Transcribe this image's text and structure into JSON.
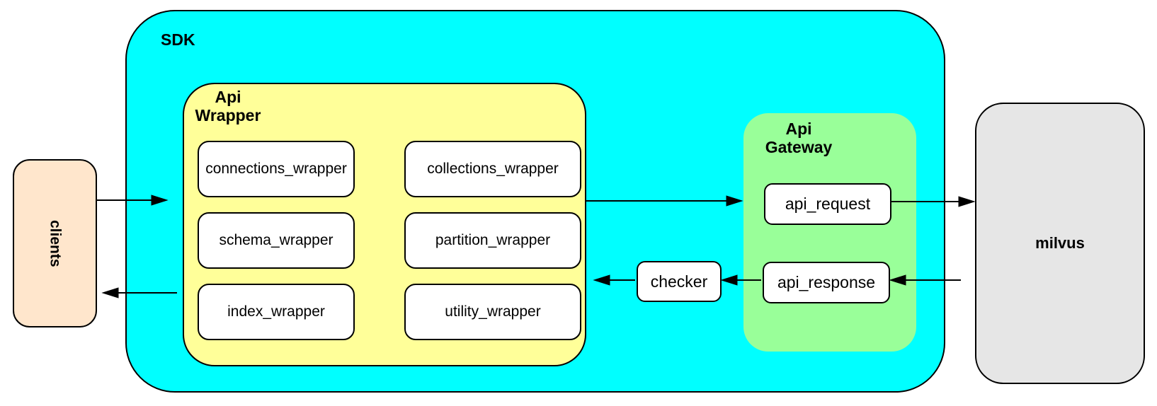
{
  "diagram": {
    "clients": {
      "label": "clients",
      "fill": "#FFE6CC"
    },
    "sdk": {
      "label": "SDK",
      "fill": "#00FFFF",
      "api_wrapper": {
        "label": "Api\nWrapper",
        "fill": "#FFFF99",
        "modules": [
          "connections_wrapper",
          "collections_wrapper",
          "schema_wrapper",
          "partition_wrapper",
          "index_wrapper",
          "utility_wrapper"
        ]
      },
      "checker": {
        "label": "checker"
      },
      "api_gateway": {
        "label": "Api\nGateway",
        "fill": "#99FF99",
        "nodes": [
          "api_request",
          "api_response"
        ]
      }
    },
    "milvus": {
      "label": "milvus",
      "fill": "#E6E6E6"
    },
    "edges": [
      {
        "from": "clients",
        "to": "sdk",
        "direction": "right"
      },
      {
        "from": "api_wrapper",
        "to": "api_gateway",
        "direction": "right"
      },
      {
        "from": "api_request",
        "to": "milvus",
        "direction": "right"
      },
      {
        "from": "milvus",
        "to": "api_response",
        "direction": "left"
      },
      {
        "from": "api_response",
        "to": "checker",
        "direction": "left"
      },
      {
        "from": "checker",
        "to": "api_wrapper",
        "direction": "left"
      },
      {
        "from": "api_wrapper",
        "to": "clients",
        "direction": "left"
      }
    ]
  }
}
